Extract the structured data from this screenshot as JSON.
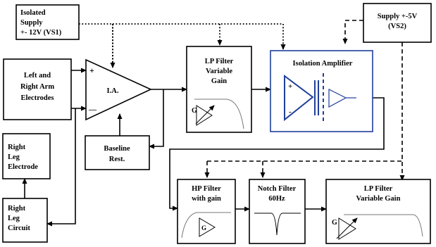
{
  "blocks": {
    "isolated_supply": [
      "Isolated",
      "Supply",
      "+- 12V (VS1)"
    ],
    "supply_5v": [
      "Supply +-5V",
      "(VS2)"
    ],
    "electrodes": [
      "Left and",
      "Right Arm",
      "Electrodes"
    ],
    "ia_label": "I.A.",
    "ia_plus": "+",
    "ia_minus": "—",
    "lp_filter_1": [
      "LP Filter",
      "Variable",
      "Gain"
    ],
    "isolation_amp": "Isolation Amplifier",
    "iso_plus": "+",
    "iso_minus": "-",
    "baseline": [
      "Baseline",
      "Rest."
    ],
    "rl_electrode": [
      "Right",
      "Leg",
      "Electrode"
    ],
    "rl_circuit": [
      "Right",
      "Leg",
      "Circuit"
    ],
    "hp_filter": [
      "HP Filter",
      "with gain"
    ],
    "notch_filter": [
      "Notch Filter",
      "60Hz"
    ],
    "lp_filter_2": [
      "LP Filter",
      "Variable Gain"
    ],
    "gain_symbol": "G"
  },
  "colors": {
    "isolation_stroke": "#1f3f9a",
    "line": "#000000",
    "background": "#ffffff"
  }
}
